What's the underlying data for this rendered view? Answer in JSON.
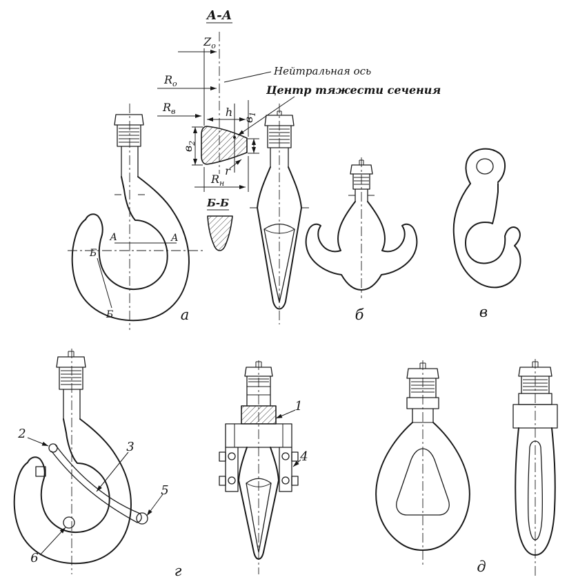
{
  "colors": {
    "ink": "#1a1a1a",
    "paper": "#ffffff"
  },
  "figure": {
    "section_aa": {
      "title": "А-А",
      "annotations": {
        "neutral_axis": "Нейтральная ось",
        "centroid": "Центр тяжести сечения"
      },
      "dims": {
        "z0": {
          "main": "Z",
          "sub": "o"
        },
        "r0": {
          "main": "R",
          "sub": "o"
        },
        "rv": {
          "main": "R",
          "sub": "в"
        },
        "h": {
          "main": "h",
          "sub": ""
        },
        "v1": {
          "main": "в",
          "sub": "1"
        },
        "v2": {
          "main": "в",
          "sub": "2"
        },
        "r": {
          "main": "r",
          "sub": ""
        },
        "rn": {
          "main": "R",
          "sub": "н"
        }
      }
    },
    "section_bb": {
      "title": "Б-Б"
    },
    "hooks": {
      "a": {
        "label": "а",
        "marks": {
          "a_left": "А",
          "a_right": "А",
          "b_top": "Б",
          "b_bottom": "Б"
        }
      },
      "b": {
        "label": "б"
      },
      "v": {
        "label": "в"
      },
      "g": {
        "label": "г",
        "parts": {
          "p2": "2",
          "p3": "3",
          "p5": "5",
          "p6": "6"
        }
      },
      "assembly": {
        "parts": {
          "p1": "1",
          "p4": "4"
        }
      },
      "d": {
        "label": "д"
      }
    }
  }
}
